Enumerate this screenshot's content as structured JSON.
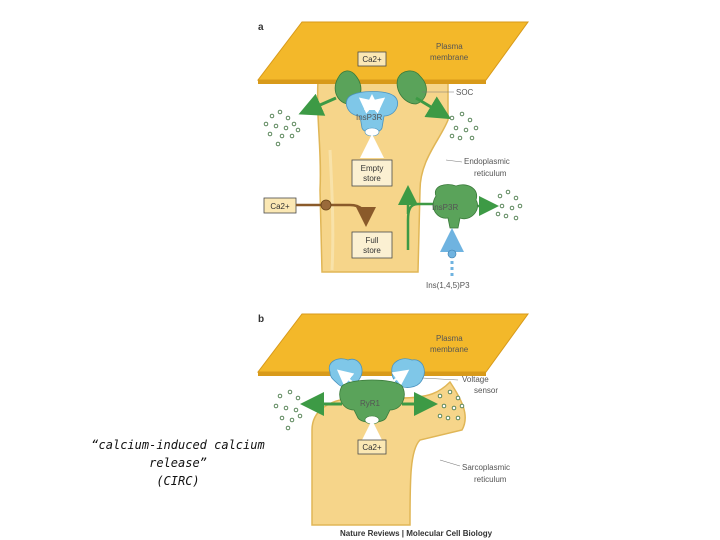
{
  "panel_a": {
    "letter": "a",
    "plasma_membrane": [
      "Plasma",
      "membrane"
    ],
    "ca_top": "Ca2+",
    "soc": "SOC",
    "ins_top": "InsP3R",
    "er": [
      "Endoplasmic",
      "reticulum"
    ],
    "empty_store": [
      "Empty",
      "store"
    ],
    "full_store": [
      "Full",
      "store"
    ],
    "ca_left": "Ca2+",
    "ins_right": "InsP3R",
    "ligand": "Ins(1,4,5)P3"
  },
  "panel_b": {
    "letter": "b",
    "plasma_membrane": [
      "Plasma",
      "membrane"
    ],
    "voltage_sensor": [
      "Voltage",
      "sensor"
    ],
    "ryr": "RyR1",
    "ca": "Ca2+",
    "sr": [
      "Sarcoplasmic",
      "reticulum"
    ]
  },
  "caption": [
    "“calcium-induced calcium release”",
    "(CIRC)"
  ],
  "credit": "Nature Reviews | Molecular Cell Biology",
  "colors": {
    "membrane": "#f3b82a",
    "reticulum": "#f6d58a",
    "channel_green": "#5aa35a",
    "channel_blue": "#7fc7e8",
    "arrow_green": "#3d9a45",
    "arrow_brown": "#8a5a2a"
  }
}
